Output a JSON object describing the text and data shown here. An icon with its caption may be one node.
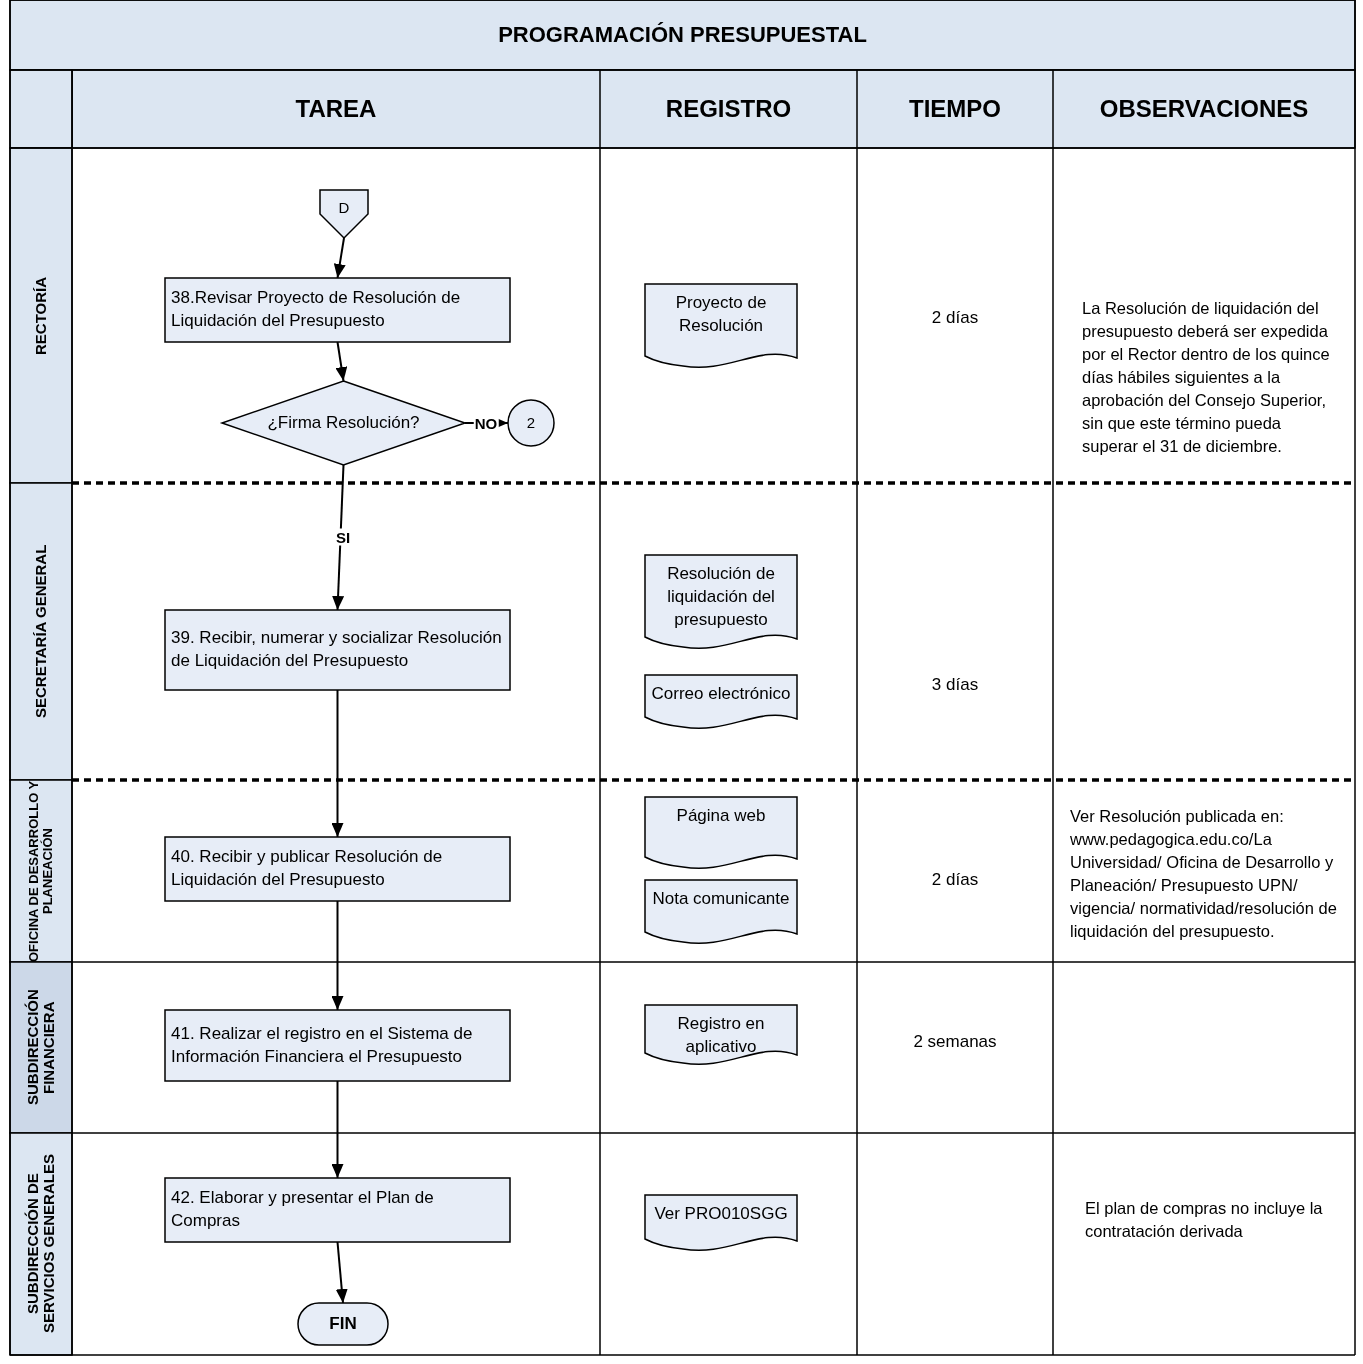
{
  "diagram": {
    "title": "PROGRAMACIÓN PRESUPUESTAL",
    "nodes": [
      {
        "text": [
          "D"
        ]
      },
      {
        "text": [
          "38.Revisar Proyecto de Resolución de Liquidación del Presupuesto"
        ]
      },
      {
        "text": [
          "¿Firma Resolución?"
        ]
      },
      {
        "text": [
          "2"
        ]
      },
      {
        "text": [
          "39. Recibir, numerar y socializar Resolución de Liquidación del Presupuesto"
        ]
      },
      {
        "text": [
          "40. Recibir y publicar  Resolución de Liquidación del Presupuesto"
        ]
      },
      {
        "text": [
          "41. Realizar el registro en el Sistema de Información Financiera el Presupuesto"
        ]
      },
      {
        "text": [
          "42. Elaborar y presentar el Plan de Compras"
        ]
      },
      {
        "text": [
          "FIN"
        ]
      },
      {
        "text": [
          "Proyecto de Resolución"
        ]
      },
      {
        "text": [
          "Resolución de liquidación del presupuesto"
        ]
      },
      {
        "text": [
          "Correo electrónico"
        ]
      },
      {
        "text": [
          "Página web"
        ]
      },
      {
        "text": [
          "Nota comunicante"
        ]
      },
      {
        "text": [
          "Registro en aplicativo"
        ]
      },
      {
        "text": [
          "Ver PRO010SGG"
        ]
      }
    ],
    "edges": [
      {
        "from": 0,
        "to": 1,
        "arrow": "to"
      },
      {
        "from": 1,
        "to": 2,
        "arrow": "to"
      },
      {
        "from": 2,
        "to": 3,
        "arrow": "to",
        "label": "NO"
      },
      {
        "from": 2,
        "to": 4,
        "arrow": "to",
        "label": "SI"
      },
      {
        "from": 4,
        "to": 5,
        "arrow": "to"
      },
      {
        "from": 5,
        "to": 6,
        "arrow": "to"
      },
      {
        "from": 6,
        "to": 7,
        "arrow": "to"
      },
      {
        "from": 7,
        "to": 8,
        "arrow": "to"
      }
    ],
    "labels": [
      "TAREA",
      "REGISTRO",
      "TIEMPO",
      "OBSERVACIONES",
      "RECTORÍA",
      "2 días",
      "La Resolución de liquidación del presupuesto deberá ser expedida por el Rector dentro de los quince días hábiles siguientes a la aprobación del Consejo Superior, sin que este término pueda superar el 31 de diciembre.",
      "SECRETARÍA GENERAL",
      "3 días",
      "OFICINA DE DESARROLLO Y PLANEACIÓN",
      "2 días",
      "Ver Resolución publicada en: www.pedagogica.edu.co/La Universidad/ Oficina de Desarrollo y Planeación/ Presupuesto UPN/ vigencia/ normatividad/resolución de liquidación del presupuesto.",
      "SUBDIRECCIÓN FINANCIERA",
      "2 semanas",
      "SUBDIRECCIÓN DE SERVICIOS GENERALES",
      "El plan de compras no incluye la contratación derivada"
    ]
  }
}
